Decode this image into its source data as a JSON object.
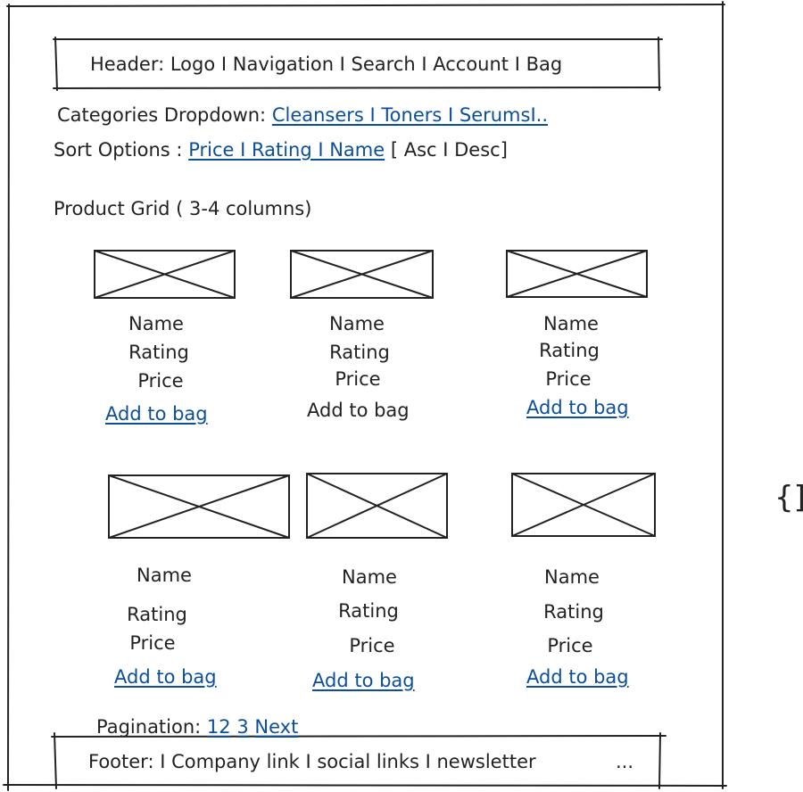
{
  "header": {
    "label": "Header: Logo I Navigation I Search I Account I Bag"
  },
  "categories": {
    "label": "Categories Dropdown:",
    "link": "Cleansers I Toners I SerumsI.."
  },
  "sort": {
    "label": "Sort Options :",
    "link": "Price I Rating I Name",
    "order": "[ Asc I Desc]"
  },
  "grid": {
    "label": "Product Grid ( 3-4 columns)"
  },
  "products": [
    {
      "name": "Name",
      "rating": "Rating",
      "price": "Price",
      "action": "Add to bag"
    },
    {
      "name": "Name",
      "rating": "Rating",
      "price": "Price",
      "action": "Add to bag"
    },
    {
      "name": "Name",
      "rating": "Rating",
      "price": "Price",
      "action": "Add to bag"
    },
    {
      "name": "Name",
      "rating": "Rating",
      "price": "Price",
      "action": "Add to bag"
    },
    {
      "name": "Name",
      "rating": "Rating",
      "price": "Price",
      "action": "Add to bag"
    },
    {
      "name": "Name",
      "rating": "Rating",
      "price": "Price",
      "action": "Add to bag"
    }
  ],
  "pagination": {
    "label": "Pagination:",
    "pages": [
      "1",
      "2",
      "3"
    ],
    "next": "Next"
  },
  "footer": {
    "label": "Footer: I Company link I social links I newsletter",
    "ellipsis": "..."
  },
  "side_glyph": "{]",
  "colors": {
    "link": "#0b4f9c",
    "stroke": "#222222"
  }
}
